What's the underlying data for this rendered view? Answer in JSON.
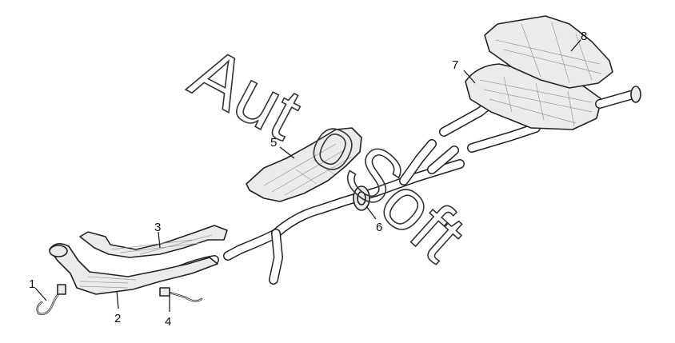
{
  "watermark": "AutoSoft",
  "watermark_parts": [
    "Aut",
    "o",
    "Soft"
  ],
  "callouts": [
    "1",
    "2",
    "3",
    "4",
    "5",
    "6",
    "7",
    "8"
  ]
}
